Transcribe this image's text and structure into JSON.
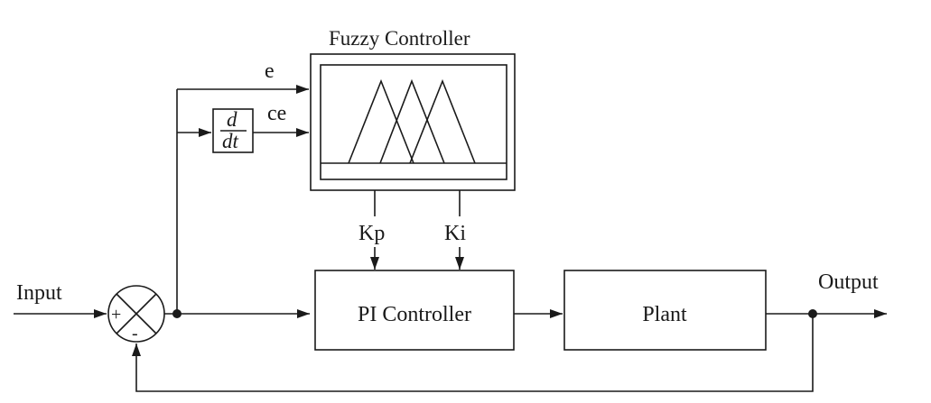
{
  "blocks": {
    "fuzzy_controller": {
      "title": "Fuzzy Controller"
    },
    "derivative": {
      "numerator": "d",
      "denominator": "dt"
    },
    "pi_controller": {
      "label": "PI Controller"
    },
    "plant": {
      "label": "Plant"
    },
    "summing_junction": {
      "plus": "+",
      "minus": "-"
    }
  },
  "signals": {
    "input": "Input",
    "output": "Output",
    "error": "e",
    "change_error": "ce",
    "kp": "Kp",
    "ki": "Ki"
  },
  "fuzzy_membership": {
    "type": "triangular",
    "count": 3
  }
}
